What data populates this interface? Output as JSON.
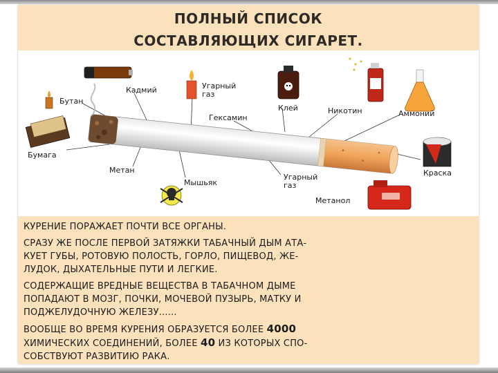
{
  "title": {
    "line1": "ПОЛНЫЙ СПИСОК",
    "line2": "СОСТАВЛЯЮЩИХ СИГАРЕТ."
  },
  "labels": {
    "butan": "Бутан",
    "kadmiy": "Кадмий",
    "ugarny_gaz_top_1": "Угарный",
    "ugarny_gaz_top_2": "газ",
    "geksamin": "Гексамин",
    "kley": "Клей",
    "nikotin": "Никотин",
    "ammoniy": "Аммоний",
    "bumaga": "Бумага",
    "metan": "Метан",
    "myshyak": "Мышьяк",
    "ugarny_gaz_bottom_1": "Угарный",
    "ugarny_gaz_bottom_2": "газ",
    "metanol": "Метанол",
    "kraska": "Краска"
  },
  "paragraphs": {
    "p1": "Курение поражает почти все органы.",
    "p2_line1": "Сразу же после первой затяжки табачный дым ата-",
    "p2_line2": "кует губы, ротовую полость, горло, пищевод, же-",
    "p2_line3": "лудок, дыхательные пути  и легкие.",
    "p3_line1": "Содержащие вредные вещества в табачном дыме",
    "p3_line2": "попадают в мозг, почки, мочевой пузырь, матку и",
    "p3_line3": "поджелудочную железу......",
    "p4_line1_a": "Вообще во время курения образуется более ",
    "p4_number_1": "4000",
    "p4_line2_a": "химических соединений,  более ",
    "p4_number_2": "40",
    "p4_line2_b": " из которых спо-",
    "p4_line3": "собствуют развитию рака."
  },
  "colors": {
    "background": "#fbe2bd",
    "filter": "#f0a55a",
    "tobacco": "#6e4a2e",
    "text": "#1b1b1b"
  }
}
